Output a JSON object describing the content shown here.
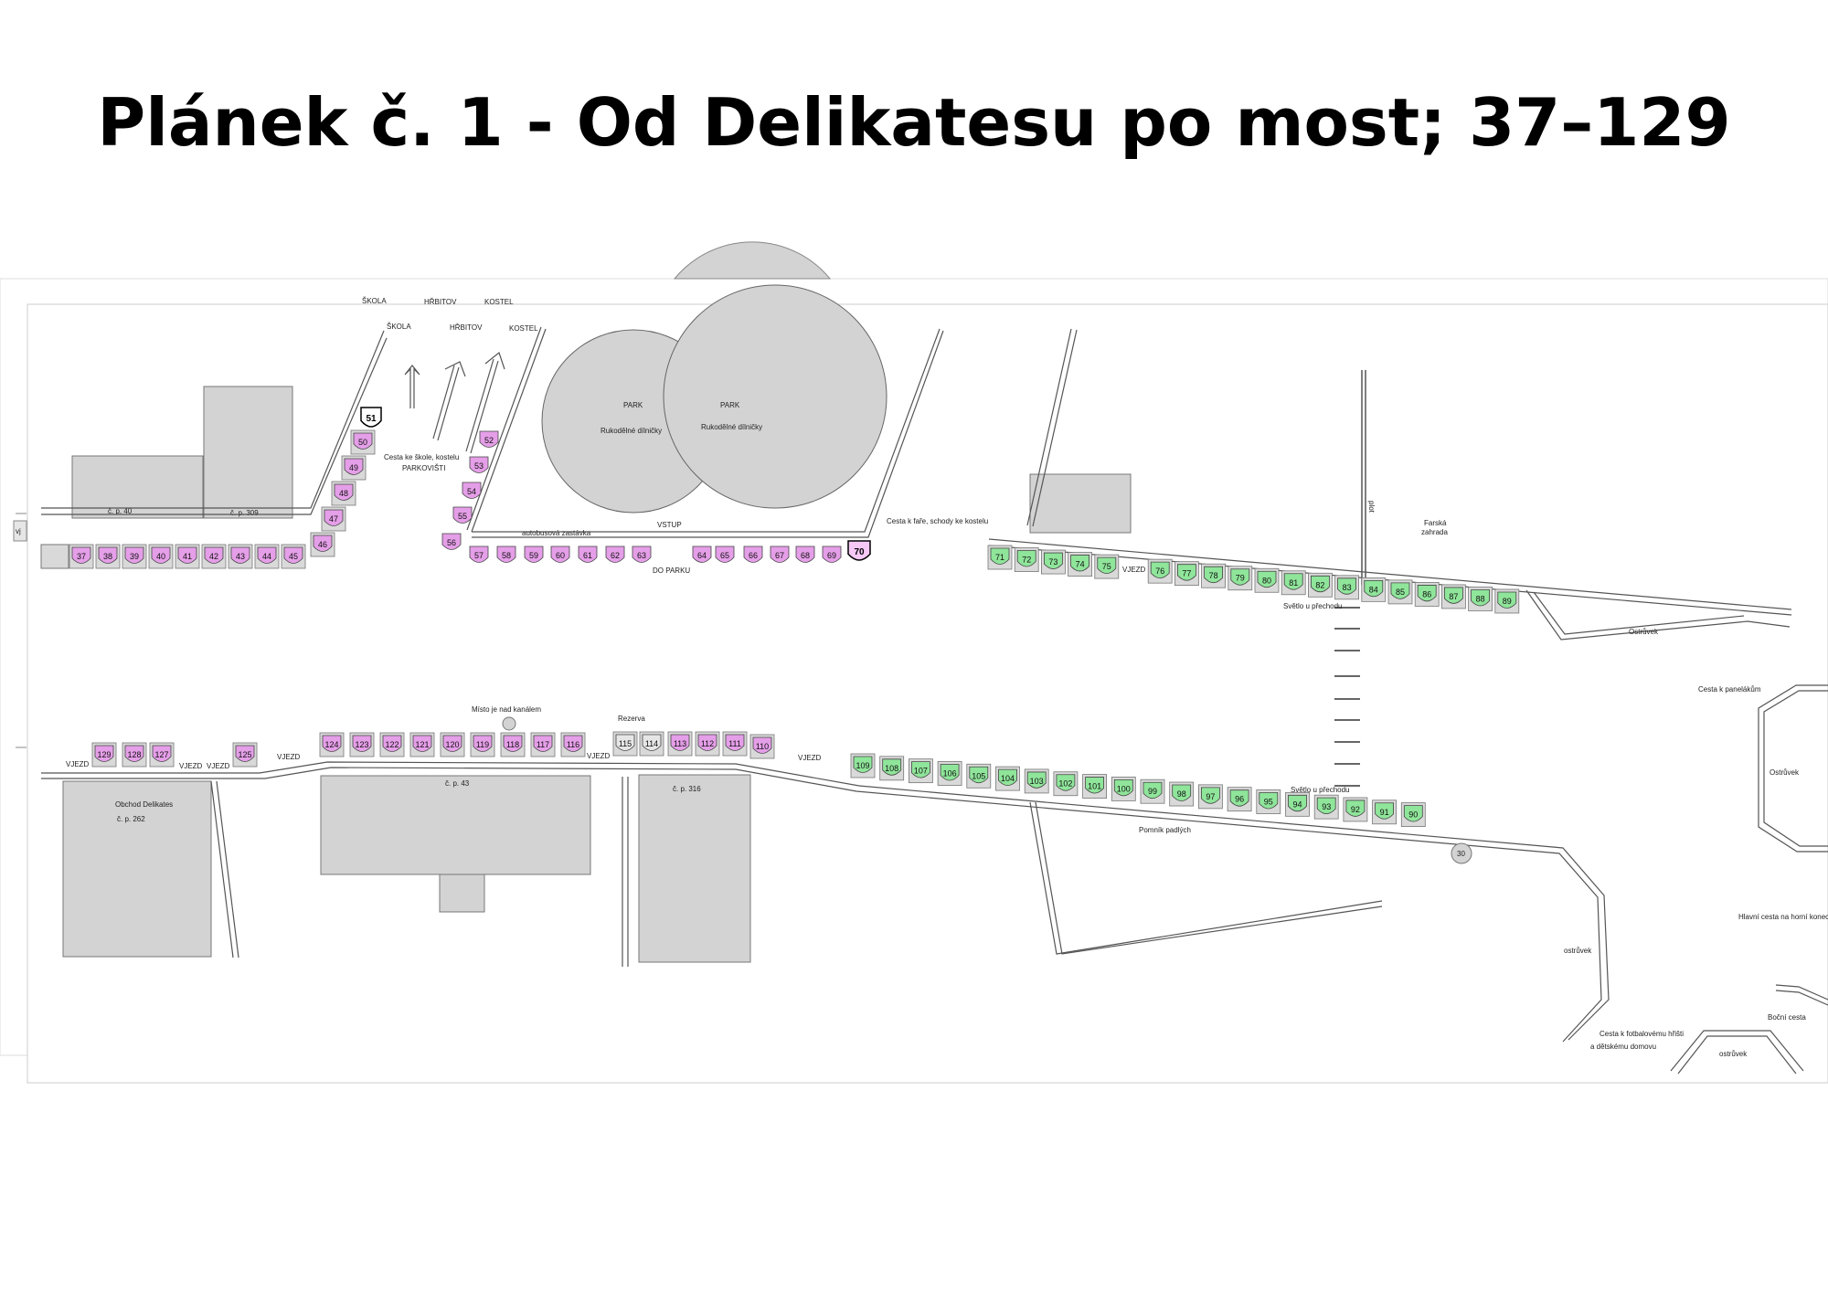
{
  "title": "Plánek č. 1 - Od Delikatesu po most; 37–129",
  "colors": {
    "pink": "#e59ee8",
    "green": "#8fe59a",
    "building": "#d3d3d3",
    "stall_box": "#d9d9d9"
  },
  "labels": {
    "skola": "ŠKOLA",
    "hrbitov": "HŘBITOV",
    "kostel": "KOSTEL",
    "park": "PARK",
    "rukodelne": "Rukodělné dílničky",
    "cesta_ke_skole": "Cesta ke škole, kostelu",
    "parkoviste": "PARKOVIŠTI",
    "autobusova": "autobusová zastávka",
    "vstup": "VSTUP",
    "do_parku": "DO PARKU",
    "cesta_k_fare": "Cesta k faře, schody ke kostelu",
    "plot": "plot",
    "farska": "Farská",
    "zahrada": "zahrada",
    "svetlo1": "Světlo u přechodu",
    "svetlo2": "Světlo u přechodu",
    "ostruvek1": "Ostrůvek",
    "ostruvek2": "Ostrůvek",
    "ostruvek3": "ostrůvek",
    "ostruvek4": "ostrůvek",
    "cesta_k_panelakum": "Cesta k panelákům",
    "hlavni_cesta": "Hlavní cesta na horní konec",
    "bocni_cesta": "Boční cesta",
    "cesta_k_fotbal": "Cesta k fotbalovému hřišti",
    "a_detskemu": "a dětskému domovu",
    "pomnik": "Pomník padlých",
    "misto_nad_kanalem": "Místo je nad kanálem",
    "rezerva": "Rezerva",
    "cp40": "č. p. 40",
    "cp309": "č. p. 309",
    "cp43": "č. p. 43",
    "cp316": "č. p. 316",
    "cp262": "č. p. 262",
    "obchod": "Obchod Delikates",
    "vjezd_lower": "vjezd",
    "vjezd_upper": "VJEZD",
    "vjezd_abbr": "vj",
    "circle30": "30"
  },
  "stalls": {
    "row_top_left": [
      "37",
      "38",
      "39",
      "40",
      "41",
      "42",
      "43",
      "44",
      "45"
    ],
    "diag_left": [
      "46",
      "47",
      "48",
      "49",
      "50"
    ],
    "special_51": "51",
    "park_col": [
      "52",
      "53",
      "54",
      "55",
      "56"
    ],
    "row_park": [
      "57",
      "58",
      "59",
      "60",
      "61",
      "62",
      "63",
      "64",
      "65",
      "66",
      "67",
      "68",
      "69"
    ],
    "special_70": "70",
    "row_green_top": [
      "71",
      "72",
      "73",
      "74",
      "75",
      "76",
      "77",
      "78",
      "79",
      "80",
      "81",
      "82",
      "83",
      "84",
      "85",
      "86",
      "87",
      "88",
      "89"
    ],
    "row_green_bottom": [
      "109",
      "108",
      "107",
      "106",
      "105",
      "104",
      "103",
      "102",
      "101",
      "100",
      "99",
      "98",
      "97",
      "96",
      "95",
      "94",
      "93",
      "92",
      "91",
      "90"
    ],
    "row_lower_left": [
      "129",
      "128",
      "127",
      "125"
    ],
    "row_lower_mid": [
      "124",
      "123",
      "122",
      "121",
      "120",
      "119",
      "118",
      "117",
      "116"
    ],
    "row_lower_right_grey": [
      "115",
      "114"
    ],
    "row_lower_right_pink": [
      "113",
      "112",
      "111",
      "110"
    ]
  }
}
